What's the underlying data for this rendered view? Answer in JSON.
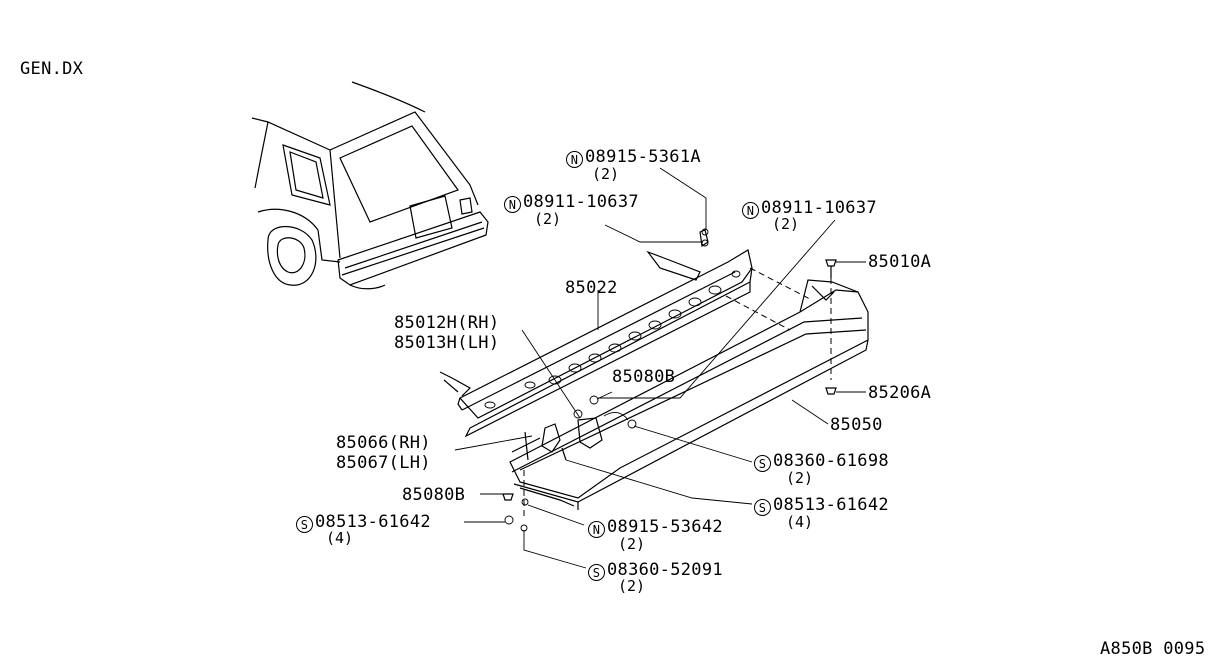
{
  "header": {
    "model_code": "GEN.DX"
  },
  "footer": {
    "diagram_ref": "A850B 0095"
  },
  "labels": {
    "p8915_5361A": {
      "prefix": "N",
      "part": "08915-5361A",
      "qty": "(2)"
    },
    "p8911_left": {
      "prefix": "N",
      "part": "08911-10637",
      "qty": "(2)"
    },
    "p8911_right": {
      "prefix": "N",
      "part": "08911-10637",
      "qty": "(2)"
    },
    "p85022": {
      "part": "85022"
    },
    "p85010A": {
      "part": "85010A"
    },
    "p85012H": {
      "part": "85012H(RH)"
    },
    "p85013H": {
      "part": "85013H(LH)"
    },
    "p85080B_top": {
      "part": "85080B"
    },
    "p85206A": {
      "part": "85206A"
    },
    "p85050": {
      "part": "85050"
    },
    "p85066": {
      "part": "85066(RH)"
    },
    "p85067": {
      "part": "85067(LH)"
    },
    "p8360_61698": {
      "prefix": "S",
      "part": "08360-61698",
      "qty": "(2)"
    },
    "p85080B_bot": {
      "part": "85080B"
    },
    "p8513_right": {
      "prefix": "S",
      "part": "08513-61642",
      "qty": "(4)"
    },
    "p8513_left": {
      "prefix": "S",
      "part": "08513-61642",
      "qty": "(4)"
    },
    "p8915_53642": {
      "prefix": "N",
      "part": "08915-53642",
      "qty": "(2)"
    },
    "p8360_52091": {
      "prefix": "S",
      "part": "08360-52091",
      "qty": "(2)"
    }
  }
}
